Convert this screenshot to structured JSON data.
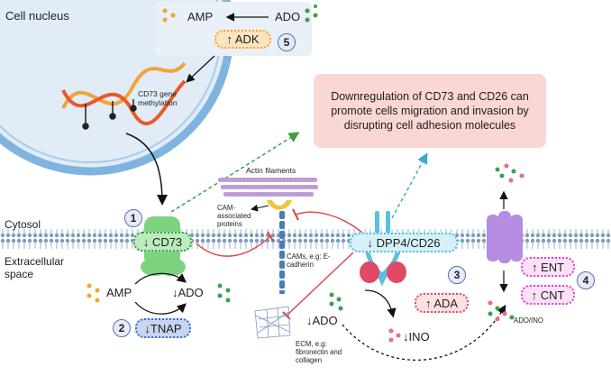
{
  "labels": {
    "cell_nucleus": "Cell nucleus",
    "cytosol": "Cytosol",
    "extracellular_space": "Extracellular space",
    "actin_filaments": "Actin filaments",
    "cam_associated": "CAM-associated proteins",
    "cams": "CAMs, e.g: E-cadherin",
    "ecm": "ECM, e.g: fibronectin and collagen",
    "cd73_methylation": "CD73 gene methylation",
    "ado_ino": "ADO/INO"
  },
  "nucleus": {
    "amp": "AMP",
    "ado": "ADO"
  },
  "enzymes": {
    "adk": "↑ ADK",
    "cd73": "↓ CD73",
    "tnap": "↓TNAP",
    "dpp4": "↓ DPP4/CD26",
    "ada": "↑ ADA",
    "ent": "↑ ENT",
    "cnt": "↑ CNT"
  },
  "numbers": {
    "n1": "1",
    "n2": "2",
    "n3": "3",
    "n4": "4",
    "n5": "5"
  },
  "extracellular": {
    "amp": "AMP",
    "ado_down": "↓ADO",
    "ado_down2": "↓ADO",
    "ino_down": "↓INO"
  },
  "message": "Downregulation of CD73 and CD26 can promote cells migration and invasion by disrupting cell adhesion molecules",
  "colors": {
    "nucleus_fill": "#e1ecf7",
    "membrane_blue": "#7fb3e0",
    "cd73_green": "#7ed37e",
    "dpp4_blue": "#5bc0e0",
    "ada_red": "#e04a64",
    "transporter_purple": "#b48ce0",
    "ent_magenta": "#e040d0",
    "message_bg": "#f9d7d3"
  }
}
